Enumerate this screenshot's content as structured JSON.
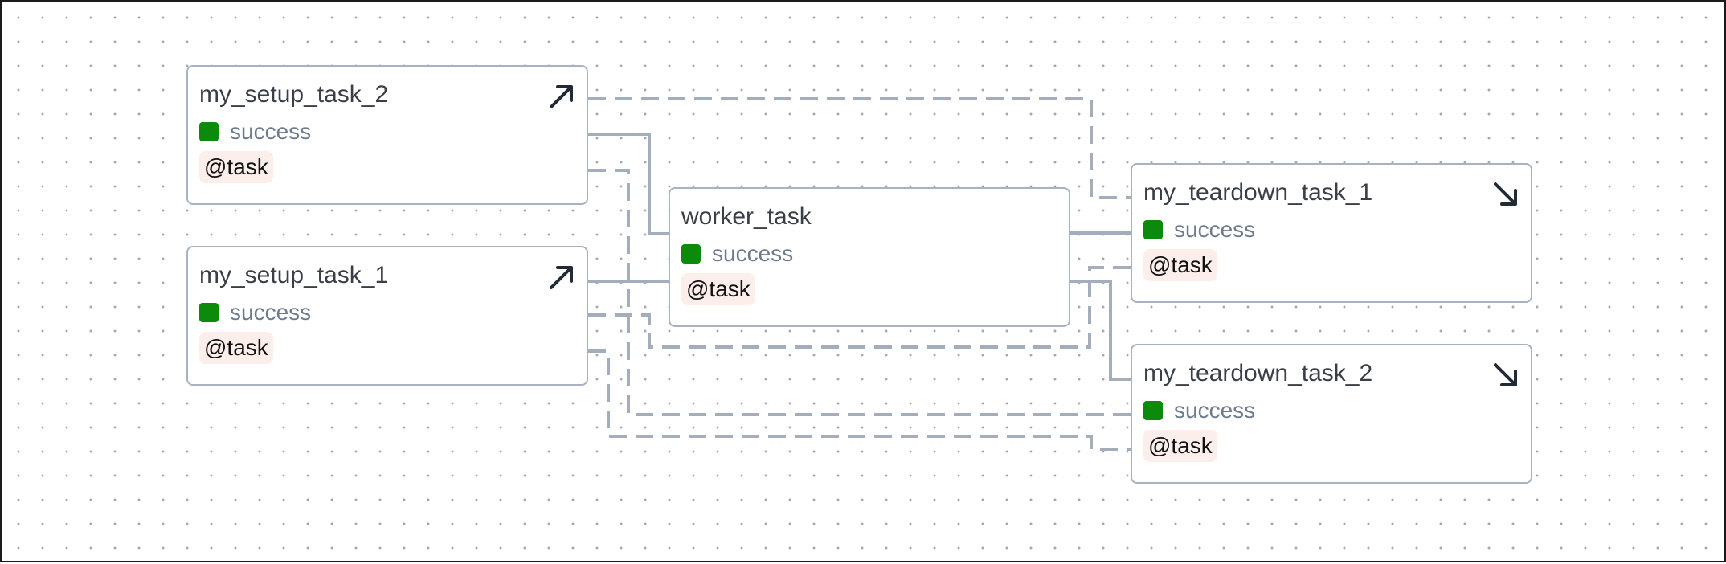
{
  "colors": {
    "edge": "#a3adbb",
    "node_border": "#a8b2c1",
    "success": "#0b8a0b",
    "badge_bg": "#fceeea",
    "icon": "#222a36"
  },
  "nodes": {
    "setup_task_2": {
      "title": "my_setup_task_2",
      "status": "success",
      "operator": "@task",
      "icon": "arrow-up-right-icon"
    },
    "setup_task_1": {
      "title": "my_setup_task_1",
      "status": "success",
      "operator": "@task",
      "icon": "arrow-up-right-icon"
    },
    "worker_task": {
      "title": "worker_task",
      "status": "success",
      "operator": "@task"
    },
    "teardown_task_1": {
      "title": "my_teardown_task_1",
      "status": "success",
      "operator": "@task",
      "icon": "arrow-down-right-icon"
    },
    "teardown_task_2": {
      "title": "my_teardown_task_2",
      "status": "success",
      "operator": "@task",
      "icon": "arrow-down-right-icon"
    }
  }
}
